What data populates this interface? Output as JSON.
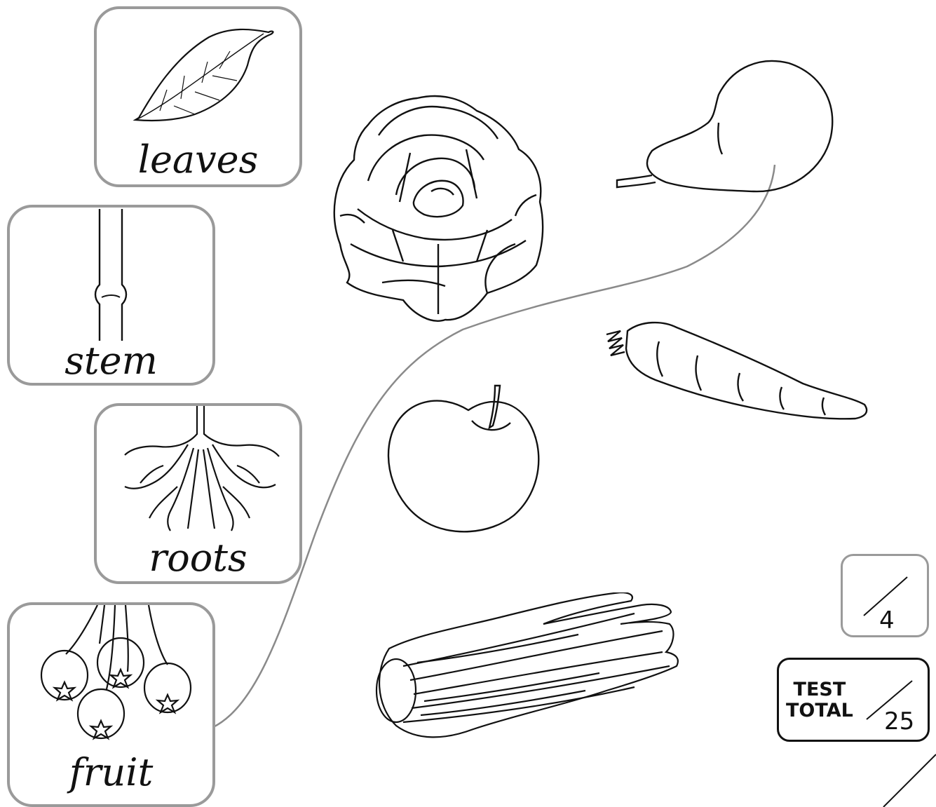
{
  "cards": {
    "leaves": "leaves",
    "stem": "stem",
    "roots": "roots",
    "fruit": "fruit"
  },
  "score": {
    "max": "4"
  },
  "test_total": {
    "label_line1": "TEST",
    "label_line2": "TOTAL",
    "max": "25"
  },
  "items": [
    "cabbage",
    "pear",
    "carrot",
    "apple",
    "celery"
  ],
  "matches": [
    {
      "from": "fruit",
      "to": "pear"
    }
  ],
  "colors": {
    "card_border": "#9a9a9a",
    "line": "#111111",
    "match_line": "#8a8a8a"
  }
}
